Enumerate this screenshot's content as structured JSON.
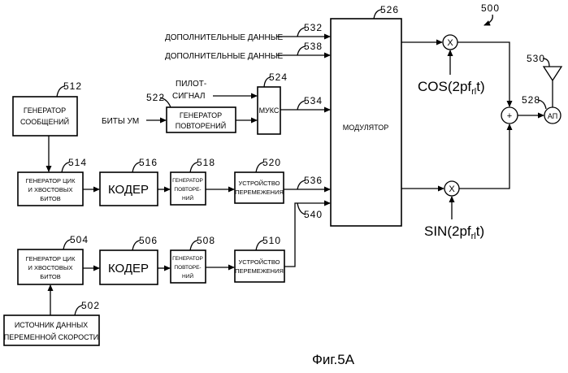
{
  "figure": {
    "ref": "500",
    "caption": "Фиг.5A",
    "inputs": {
      "extra1": "ДОПОЛНИТЕЛЬНЫЕ ДАННЫЕ",
      "extra2": "ДОПОЛНИТЕЛЬНЫЕ ДАННЫЕ",
      "pilot1": "ПИЛОТ-",
      "pilot2": "СИГНАЛ",
      "pc_bits": "БИТЫ УМ"
    },
    "blocks": {
      "b512": {
        "ref": "512",
        "l1": "ГЕНЕРАТОР",
        "l2": "СООБЩЕНИЙ"
      },
      "b522": {
        "ref": "522",
        "l1": "ГЕНЕРАТОР",
        "l2": "ПОВТОРЕНИЙ"
      },
      "b524": {
        "ref": "524",
        "l1": "МУКС"
      },
      "b526": {
        "ref": "526",
        "l1": "МОДУЛЯТОР"
      },
      "b514": {
        "ref": "514",
        "l1": "ГЕНЕРАТОР ЦИК",
        "l2": "И ХВОСТОВЫХ",
        "l3": "БИТОВ"
      },
      "b516": {
        "ref": "516",
        "l1": "КОДЕР"
      },
      "b518": {
        "ref": "518",
        "l1": "ГЕНЕРАТОР",
        "l2": "ПОВТОРЕ-",
        "l3": "НИЙ"
      },
      "b520": {
        "ref": "520",
        "l1": "УСТРОЙСТВО",
        "l2": "ПЕРЕМЕЖЕНИЯ"
      },
      "b504": {
        "ref": "504",
        "l1": "ГЕНЕРАТОР ЦИК",
        "l2": "И ХВОСТОВЫХ",
        "l3": "БИТОВ"
      },
      "b506": {
        "ref": "506",
        "l1": "КОДЕР"
      },
      "b508": {
        "ref": "508",
        "l1": "ГЕНЕРАТОР",
        "l2": "ПОВТОРЕ-",
        "l3": "НИЙ"
      },
      "b510": {
        "ref": "510",
        "l1": "УСТРОЙСТВО",
        "l2": "ПЕРЕМЕЖЕНИЯ"
      },
      "b502": {
        "ref": "502",
        "l1": "ИСТОЧНИК ДАННЫХ",
        "l2": "ПЕРЕМЕННОЙ СКОРОСТИ"
      }
    },
    "signals": {
      "s532": "532",
      "s538": "538",
      "s534": "534",
      "s536": "536",
      "s540": "540"
    },
    "rf": {
      "mult": "X",
      "sum": "+",
      "amp": "АП",
      "amp_ref": "528",
      "antenna_ref": "530",
      "cos_a": "COS(2pf",
      "cos_sub": "rl",
      "cos_b": "t)",
      "sin_a": "SIN(2pf",
      "sin_sub": "rl",
      "sin_b": "t)"
    }
  }
}
